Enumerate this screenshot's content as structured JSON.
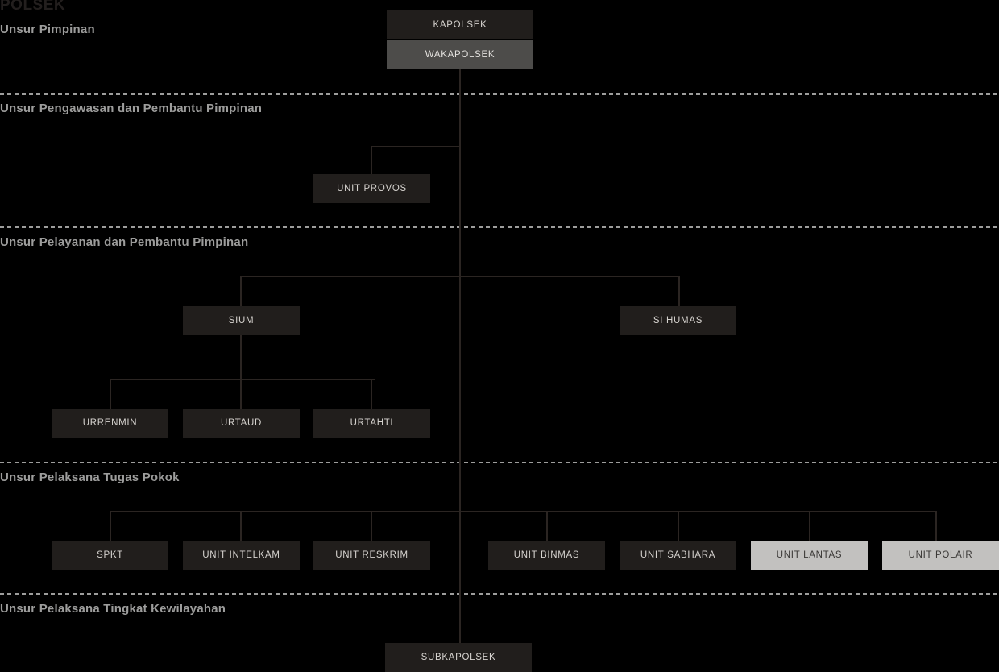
{
  "chart_title": "POLSEK",
  "sections": [
    {
      "id": "pimpinan",
      "label": "Unsur Pimpinan"
    },
    {
      "id": "pengawasan",
      "label": "Unsur Pengawasan dan Pembantu Pimpinan"
    },
    {
      "id": "pelayanan",
      "label": "Unsur Pelayanan dan Pembantu Pimpinan"
    },
    {
      "id": "tugas-pokok",
      "label": "Unsur Pelaksana Tugas Pokok"
    },
    {
      "id": "kewilayahan",
      "label": "Unsur Pelaksana Tingkat Kewilayahan"
    }
  ],
  "nodes": {
    "kapolsek": "KAPOLSEK",
    "wakapolsek": "WAKAPOLSEK",
    "unit_provos": "UNIT PROVOS",
    "sium": "SIUM",
    "si_humas": "SI HUMAS",
    "urrenmin": "URRENMIN",
    "urtaud": "URTAUD",
    "urtahti": "URTAHTI",
    "spkt": "SPKT",
    "unit_intelkam": "UNIT INTELKAM",
    "unit_reskrim": "UNIT RESKRIM",
    "unit_binmas": "UNIT BINMAS",
    "unit_sabhara": "UNIT SABHARA",
    "unit_lantas": "UNIT LANTAS",
    "unit_polair": "UNIT POLAIR",
    "subkapolsek": "SUBKAPOLSEK"
  },
  "colors": {
    "background": "#000000",
    "box_dark": "#211e1c",
    "box_mid": "#4d4c4a",
    "box_light": "#c2c1bf",
    "line": "#2b2522",
    "section_label": "#9d9d9c",
    "title": "#231f1e",
    "text_light": "#d6d3cf",
    "text_dark": "#3a3836"
  }
}
